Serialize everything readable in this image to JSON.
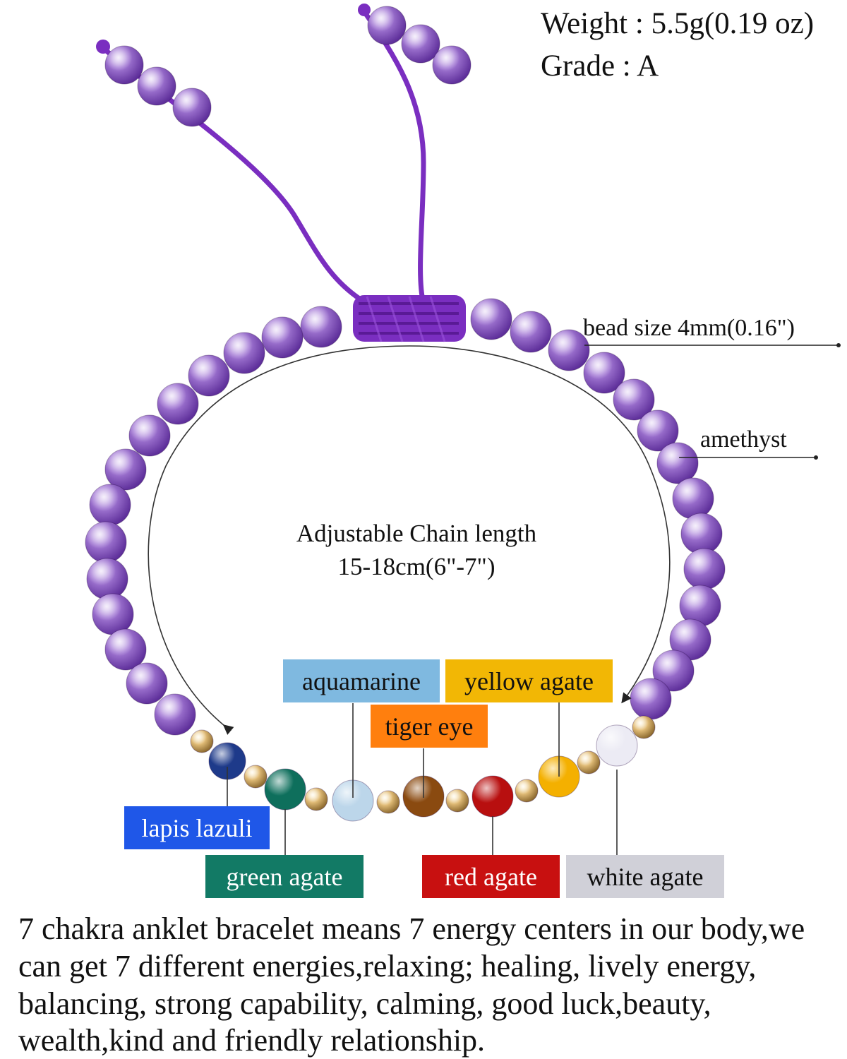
{
  "specs": {
    "weight": "Weight : 5.5g(0.19 oz)",
    "grade": "Grade : A"
  },
  "callouts": {
    "bead_size": "bead size 4mm(0.16\")",
    "amethyst": "amethyst"
  },
  "chain": {
    "line1": "Adjustable Chain length",
    "line2": "15-18cm(6\"-7\")"
  },
  "stones": {
    "aquamarine": {
      "label": "aquamarine",
      "bg": "#7fb9e0",
      "fg": "#111111",
      "bead": "#bcd6ea"
    },
    "yellow_agate": {
      "label": "yellow agate",
      "bg": "#f2b705",
      "fg": "#111111",
      "bead": "#f4b000"
    },
    "tiger_eye": {
      "label": "tiger eye",
      "bg": "#ff7f0e",
      "fg": "#111111",
      "bead": "#8a4a10"
    },
    "lapis_lazuli": {
      "label": "lapis lazuli",
      "bg": "#1f57e8",
      "fg": "#ffffff",
      "bead": "#1e3a8a"
    },
    "green_agate": {
      "label": "green agate",
      "bg": "#127a65",
      "fg": "#ffffff",
      "bead": "#0e6f5c"
    },
    "red_agate": {
      "label": "red agate",
      "bg": "#c81010",
      "fg": "#ffffff",
      "bead": "#b80f0f"
    },
    "white_agate": {
      "label": "white agate",
      "bg": "#d0d0d8",
      "fg": "#111111",
      "bead": "#ecebf4"
    }
  },
  "colors": {
    "amethyst": "#8a5cc4",
    "cord": "#7a2ec0",
    "gold": "#d9b36a"
  },
  "description": "7 chakra anklet bracelet means 7 energy centers in our body,we can get 7 different energies,relaxing; healing, lively energy, balancing, strong capability, calming, good luck,beauty, wealth,kind and friendly relationship."
}
